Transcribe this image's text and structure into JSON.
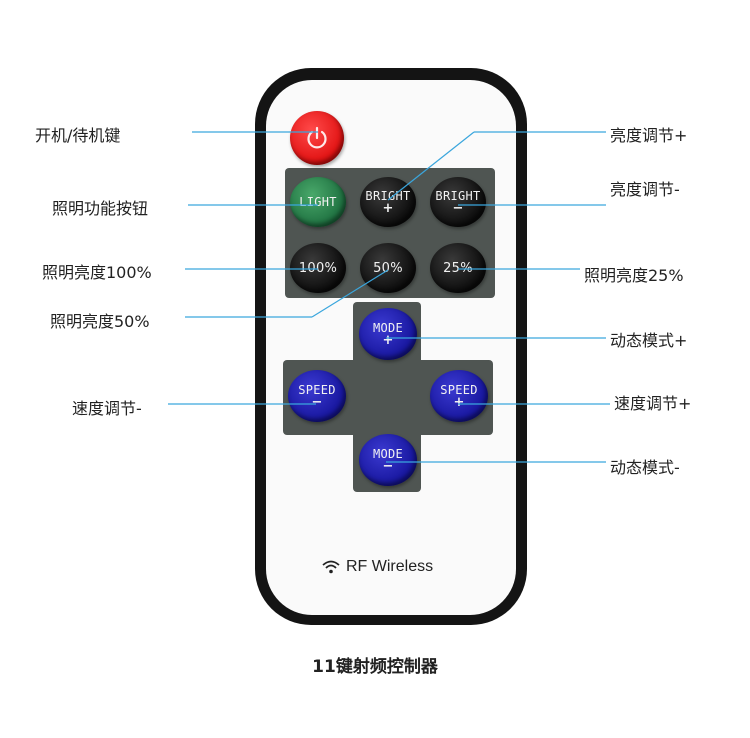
{
  "buttons": {
    "light": "LIGHT",
    "bright_plus_top": "BRIGHT",
    "bright_plus_sym": "+",
    "bright_minus_top": "BRIGHT",
    "bright_minus_sym": "−",
    "p100": "100%",
    "p50": "50%",
    "p25": "25%",
    "mode_plus_top": "MODE",
    "mode_plus_sym": "+",
    "speed_minus_top": "SPEED",
    "speed_minus_sym": "−",
    "speed_plus_top": "SPEED",
    "speed_plus_sym": "+",
    "mode_minus_top": "MODE",
    "mode_minus_sym": "−"
  },
  "brand": "RF Wireless",
  "caption": "11键射频控制器",
  "labels": {
    "power": "开机/待机键",
    "light_function": "照明功能按钮",
    "brightness_100": "照明亮度100%",
    "brightness_50": "照明亮度50%",
    "speed_minus": "速度调节-",
    "brightness_plus": "亮度调节+",
    "brightness_minus": "亮度调节-",
    "brightness_25": "照明亮度25%",
    "mode_plus": "动态模式+",
    "speed_plus": "速度调节+",
    "mode_minus": "动态模式-"
  },
  "colors": {
    "power_button": "#e01010",
    "light_button": "#1e7040",
    "blue_buttons": "#16159c",
    "black_buttons": "#0c0c0c",
    "callout_lines": "#3aa6dd"
  },
  "icons": {
    "power": "power-icon",
    "wireless": "wifi-icon"
  }
}
